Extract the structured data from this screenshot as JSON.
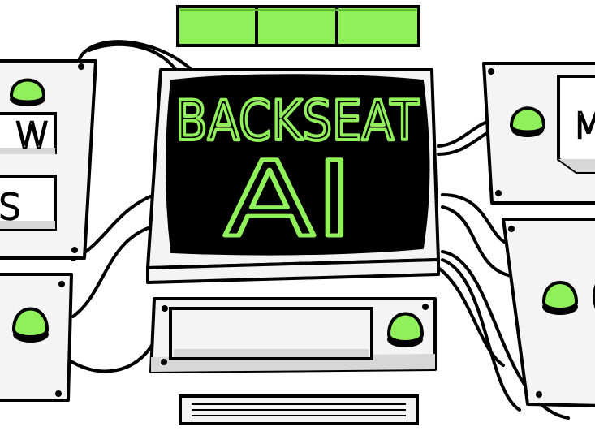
{
  "screen": {
    "line1": "BACKSEAT",
    "line2": "AI"
  },
  "keys": {
    "left_top": "W",
    "left_bottom": "S",
    "right_top": "M"
  },
  "colors": {
    "accent_green": "#8ff05a",
    "screen_bg": "#000000",
    "panel_fill": "#f4f4f4",
    "ink": "#000000"
  }
}
